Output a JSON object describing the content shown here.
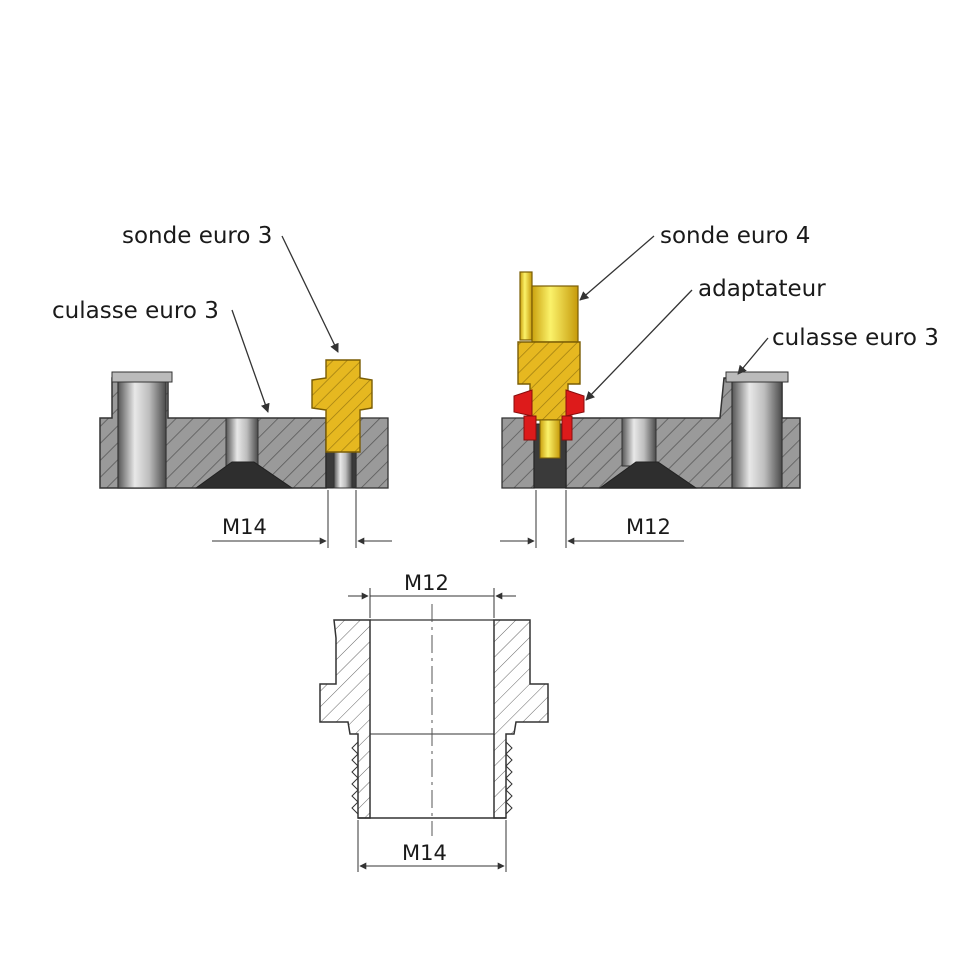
{
  "labels": {
    "left_probe": "sonde euro 3",
    "left_head": "culasse euro 3",
    "right_probe": "sonde euro 4",
    "right_adapter": "adaptateur",
    "right_head": "culasse euro 3"
  },
  "dimensions": {
    "left_thread": "M14",
    "right_thread": "M12",
    "adapter_top": "M12",
    "adapter_bottom": "M14"
  },
  "colors": {
    "probe": "#e6b820",
    "probe_light": "#f2e23c",
    "seal": "#dd1b1b",
    "metal": "#8f8f8f",
    "line": "#333333"
  }
}
